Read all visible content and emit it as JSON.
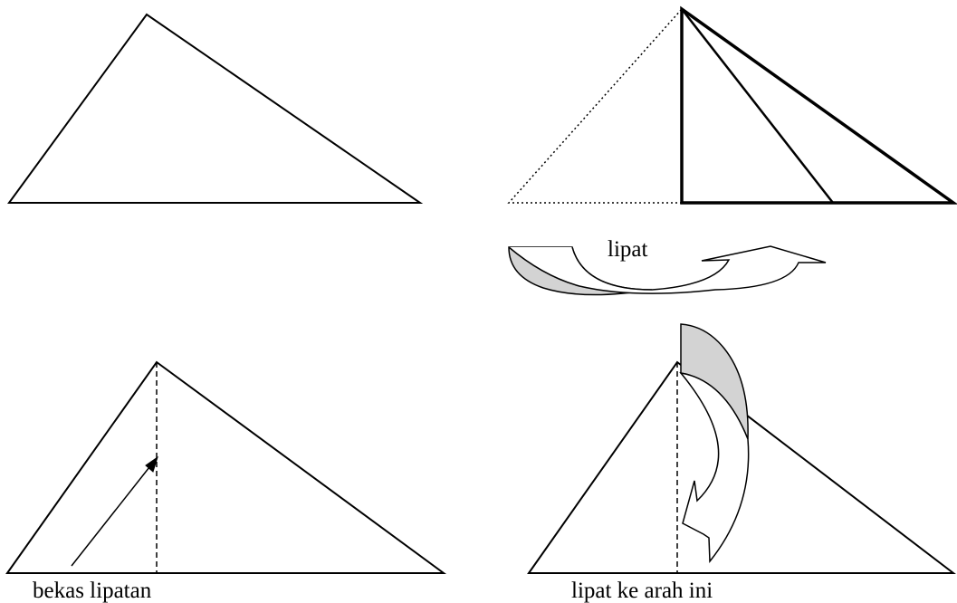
{
  "labels": {
    "fold": "lipat",
    "crease": "bekas lipatan",
    "fold_direction": "lipat ke arah ini"
  },
  "colors": {
    "stroke": "#000000",
    "arrow_fill": "#d3d3d3",
    "background": "#ffffff"
  }
}
